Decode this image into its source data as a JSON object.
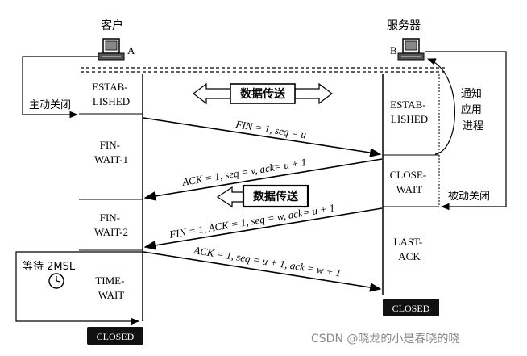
{
  "client": {
    "title": "客户",
    "label": "A"
  },
  "server": {
    "title": "服务器",
    "label": "B"
  },
  "client_states": {
    "established": [
      "ESTAB-",
      "LISHED"
    ],
    "fin_wait_1": [
      "FIN-",
      "WAIT-1"
    ],
    "fin_wait_2": [
      "FIN-",
      "WAIT-2"
    ],
    "time_wait": [
      "TIME-",
      "WAIT"
    ],
    "closed": "CLOSED"
  },
  "server_states": {
    "established": [
      "ESTAB-",
      "LISHED"
    ],
    "close_wait": [
      "CLOSE-",
      "WAIT"
    ],
    "last_ack": [
      "LAST-",
      "ACK"
    ],
    "closed": "CLOSED"
  },
  "messages": {
    "fin1": "FIN = 1, seq = u",
    "ack1": "ACK = 1, seq = v, ack= u + 1",
    "fin2": "FIN = 1, ACK = 1, seq = w, ack= u + 1",
    "ack2": "ACK = 1, seq = u + 1, ack = w + 1"
  },
  "labels": {
    "active_close": "主动关闭",
    "passive_close": "被动关闭",
    "notify_app": [
      "通",
      "知",
      "应",
      "用",
      "进",
      "程"
    ],
    "data_transfer_1": "数据传送",
    "data_transfer_2": "数据传送",
    "wait_2msl": "等待 2MSL"
  },
  "watermark": "CSDN @晓龙的小是春晓的晓"
}
